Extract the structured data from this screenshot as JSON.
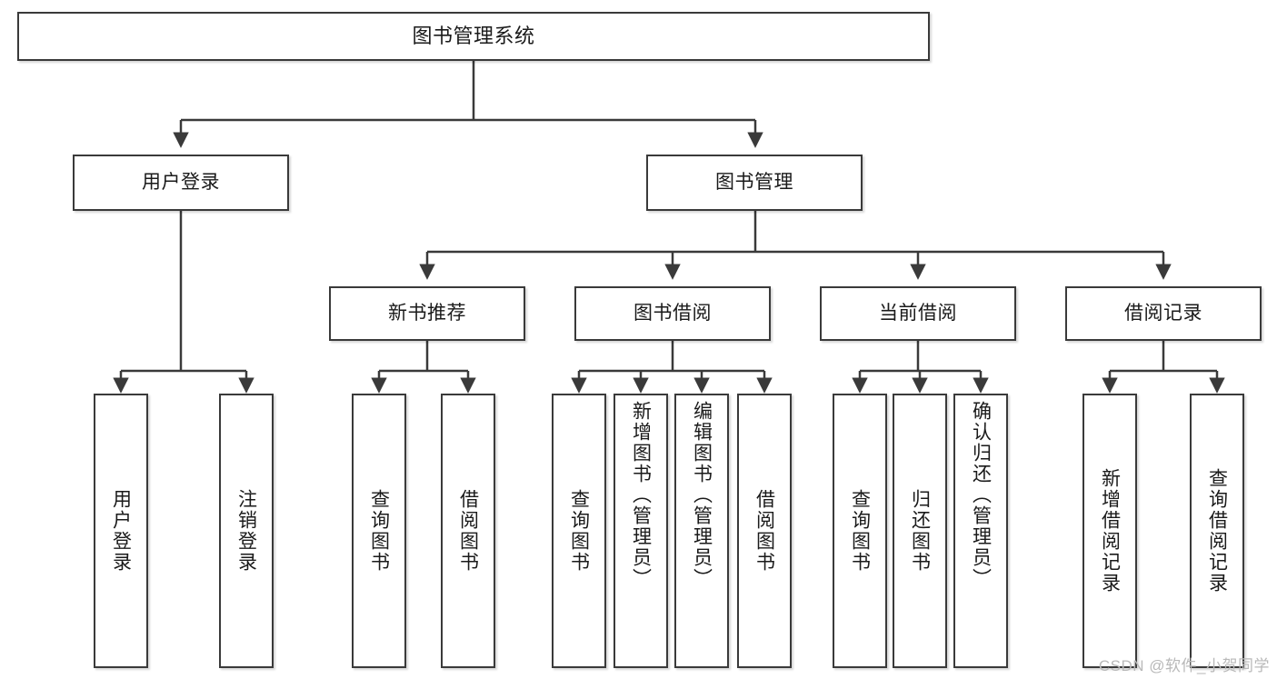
{
  "diagram": {
    "title": "图书管理系统",
    "type": "tree-hierarchy-diagram",
    "colors": {
      "box_border": "#3a3a3a",
      "box_fill": "#ffffff",
      "edge": "#3a3a3a",
      "text": "#1a1a1a",
      "watermark": "#b9b9b9",
      "background": "#ffffff"
    },
    "levels": {
      "root": {
        "label": "图书管理系统"
      },
      "level2": [
        {
          "id": "user-login",
          "label": "用户登录"
        },
        {
          "id": "book-management",
          "label": "图书管理"
        }
      ],
      "level3": [
        {
          "id": "new-book-recommend",
          "label": "新书推荐",
          "parent": "book-management"
        },
        {
          "id": "book-borrow",
          "label": "图书借阅",
          "parent": "book-management"
        },
        {
          "id": "current-borrow",
          "label": "当前借阅",
          "parent": "book-management"
        },
        {
          "id": "borrow-record",
          "label": "借阅记录",
          "parent": "book-management"
        }
      ],
      "leaves": [
        {
          "id": "leaf-user-login",
          "label": "用户登录",
          "parent": "user-login"
        },
        {
          "id": "leaf-logout",
          "label": "注销登录",
          "parent": "user-login"
        },
        {
          "id": "leaf-query-book-1",
          "label": "查询图书",
          "parent": "new-book-recommend"
        },
        {
          "id": "leaf-borrow-book-1",
          "label": "借阅图书",
          "parent": "new-book-recommend"
        },
        {
          "id": "leaf-query-book-2",
          "label": "查询图书",
          "parent": "book-borrow"
        },
        {
          "id": "leaf-add-book",
          "label": "新增图书（管理员）",
          "parent": "book-borrow"
        },
        {
          "id": "leaf-edit-book",
          "label": "编辑图书（管理员）",
          "parent": "book-borrow"
        },
        {
          "id": "leaf-borrow-book-2",
          "label": "借阅图书",
          "parent": "book-borrow"
        },
        {
          "id": "leaf-query-book-3",
          "label": "查询图书",
          "parent": "current-borrow"
        },
        {
          "id": "leaf-return-book",
          "label": "归还图书",
          "parent": "current-borrow"
        },
        {
          "id": "leaf-confirm-return",
          "label": "确认归还（管理员）",
          "parent": "current-borrow"
        },
        {
          "id": "leaf-add-record",
          "label": "新增借阅记录",
          "parent": "borrow-record"
        },
        {
          "id": "leaf-query-record",
          "label": "查询借阅记录",
          "parent": "borrow-record"
        }
      ]
    }
  },
  "watermark": {
    "text": "CSDN @软件_小贺同学"
  }
}
